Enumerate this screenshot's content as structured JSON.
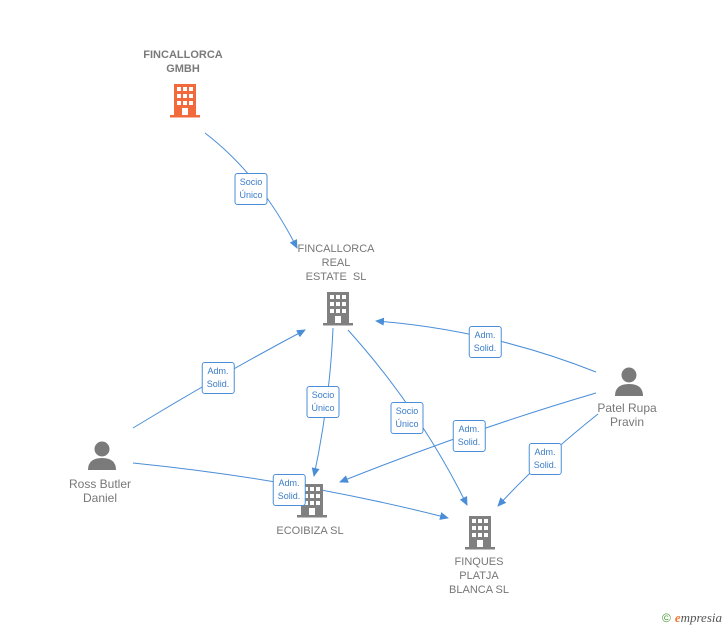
{
  "colors": {
    "edge": "#4a8ed8",
    "company": "#808080",
    "highlight": "#f26a3c",
    "person": "#7a7a7a"
  },
  "nodes": {
    "fincallorca_gmbh": {
      "label_1": "FINCALLORCA",
      "label_2": "GMBH",
      "icon": "building-icon"
    },
    "fincallorca_real": {
      "label_1": "FINCALLORCA",
      "label_2": "REAL",
      "label_3": "ESTATE  SL",
      "icon": "building-icon"
    },
    "ecoibiza": {
      "label_1": "ECOIBIZA SL",
      "icon": "building-icon"
    },
    "finques": {
      "label_1": "FINQUES",
      "label_2": "PLATJA",
      "label_3": "BLANCA SL",
      "icon": "building-icon"
    },
    "ross": {
      "label_1": "Ross Butler",
      "label_2": "Daniel",
      "icon": "person-icon"
    },
    "patel": {
      "label_1": "Patel Rupa",
      "label_2": "Pravin",
      "icon": "person-icon"
    }
  },
  "edges": {
    "gmbh_real": {
      "l1": "Socio",
      "l2": "Único"
    },
    "real_ecoibiza": {
      "l1": "Socio",
      "l2": "Único"
    },
    "real_finques": {
      "l1": "Socio",
      "l2": "Único"
    },
    "ross_real": {
      "l1": "Adm.",
      "l2": "Solid."
    },
    "ross_finques": {
      "l1": "Adm.",
      "l2": "Solid."
    },
    "patel_real": {
      "l1": "Adm.",
      "l2": "Solid."
    },
    "patel_ecoibiza": {
      "l1": "Adm.",
      "l2": "Solid."
    },
    "patel_finques": {
      "l1": "Adm.",
      "l2": "Solid."
    }
  },
  "footer": {
    "copyright": "©",
    "brand_e": "e",
    "brand_rest": "mpresia"
  }
}
